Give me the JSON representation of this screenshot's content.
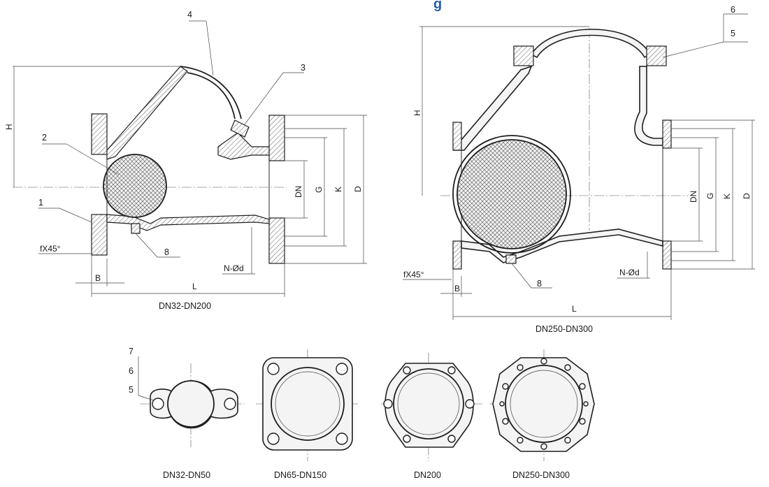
{
  "header_partial": "g",
  "left_view": {
    "caption": "DN32-DN200",
    "part_numbers": [
      "4",
      "3",
      "2",
      "1",
      "8"
    ],
    "dims": {
      "H": "H",
      "DN": "DN",
      "G": "G",
      "K": "K",
      "D": "D",
      "L": "L",
      "B": "B",
      "chamfer": "fX45°",
      "holes": "N-Ød"
    }
  },
  "right_view": {
    "caption": "DN250-DN300",
    "part_numbers": [
      "6",
      "5",
      "8"
    ],
    "dims": {
      "H": "H",
      "DN": "DN",
      "G": "G",
      "K": "K",
      "D": "D",
      "L": "L",
      "B": "B",
      "chamfer": "fX45°",
      "holes": "N-Ød"
    }
  },
  "flange_views": {
    "part_numbers": [
      "7",
      "6",
      "5"
    ],
    "captions": [
      "DN32-DN50",
      "DN65-DN150",
      "DN200",
      "DN250-DN300"
    ]
  }
}
